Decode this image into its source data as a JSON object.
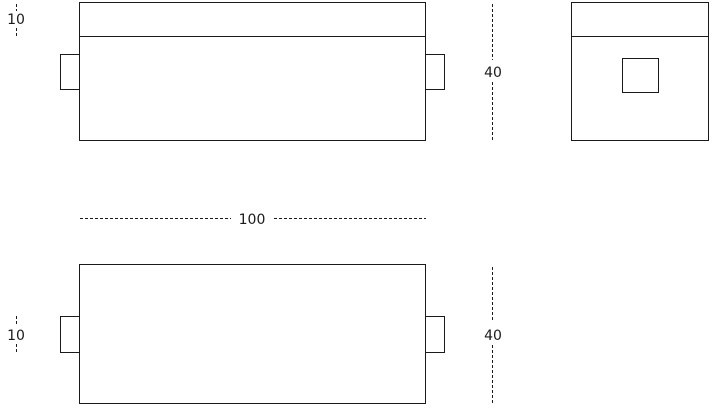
{
  "dimensions": {
    "lid_height": "10",
    "body_height": "40",
    "length": "100"
  }
}
